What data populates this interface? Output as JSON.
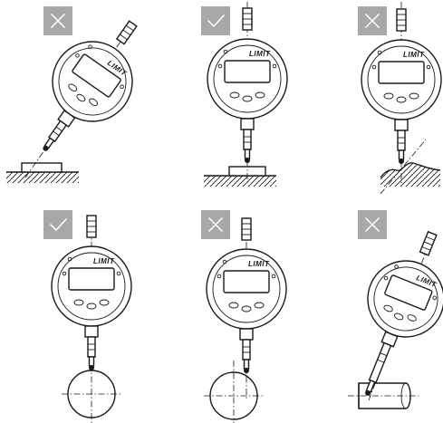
{
  "brand": "LIMIT",
  "colors": {
    "badge": "#a8a8a8",
    "line": "#1a1a1a",
    "background": "#ffffff"
  },
  "panels": [
    {
      "id": "p1",
      "status": "incorrect",
      "icon": "cross-icon",
      "indicator_tilt_deg": 30,
      "workpiece": "flat-block"
    },
    {
      "id": "p2",
      "status": "correct",
      "icon": "check-icon",
      "indicator_tilt_deg": 0,
      "workpiece": "flat-block"
    },
    {
      "id": "p3",
      "status": "incorrect",
      "icon": "cross-icon",
      "indicator_tilt_deg": 0,
      "workpiece": "irregular-surface"
    },
    {
      "id": "p4",
      "status": "correct",
      "icon": "check-icon",
      "indicator_tilt_deg": 0,
      "workpiece": "cylinder-centered"
    },
    {
      "id": "p5",
      "status": "incorrect",
      "icon": "cross-icon",
      "indicator_tilt_deg": 0,
      "workpiece": "cylinder-offset"
    },
    {
      "id": "p6",
      "status": "incorrect",
      "icon": "cross-icon",
      "indicator_tilt_deg": 22,
      "workpiece": "cylinder-side"
    }
  ]
}
